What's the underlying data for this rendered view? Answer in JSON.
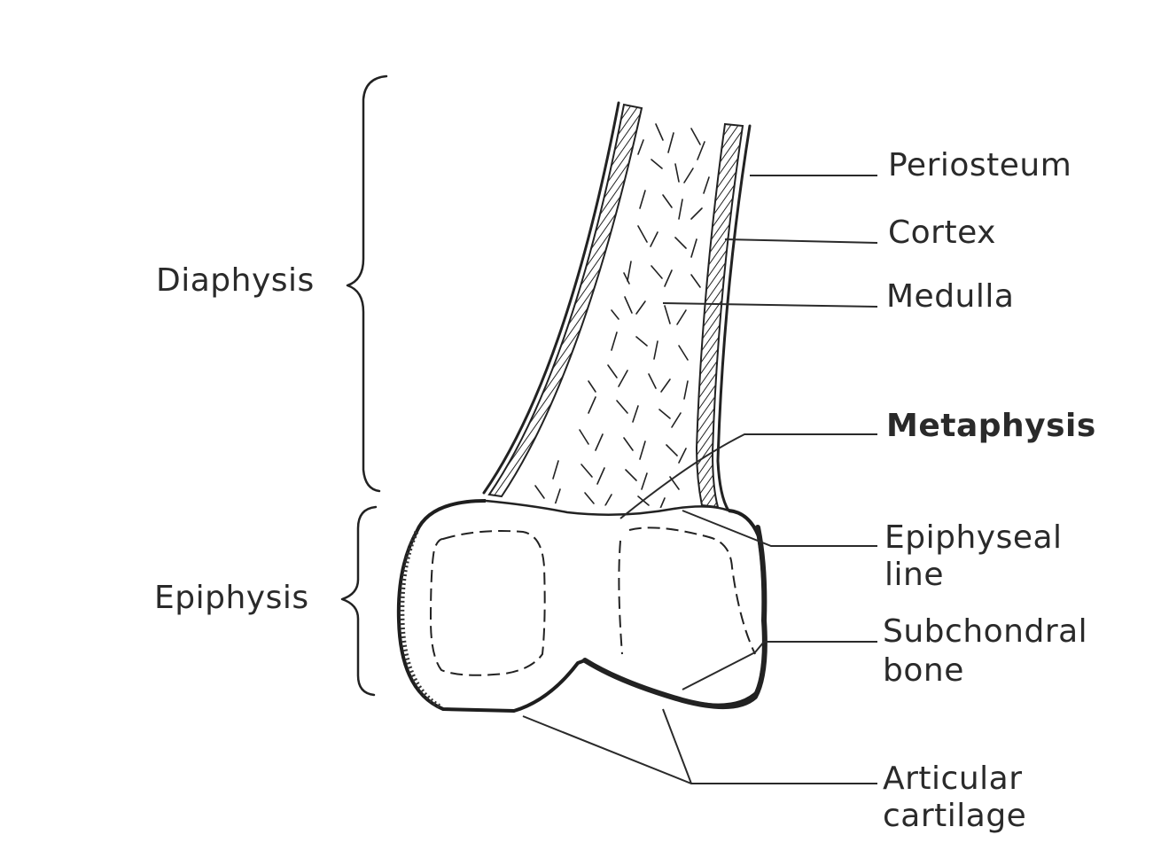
{
  "labels": {
    "diaphysis": "Diaphysis",
    "epiphysis": "Epiphysis",
    "periosteum": "Periosteum",
    "cortex": "Cortex",
    "medulla": "Medulla",
    "metaphysis": "Metaphysis",
    "epiphyseal_line_1": "Epiphyseal",
    "epiphyseal_line_2": "line",
    "subchondral_1": "Subchondral",
    "subchondral_2": "bone",
    "articular_1": "Articular",
    "articular_2": "cartilage"
  }
}
